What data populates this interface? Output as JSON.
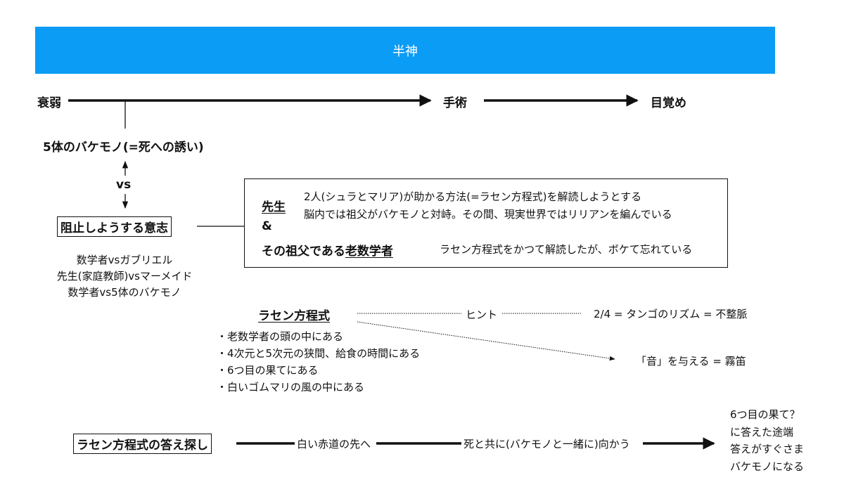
{
  "banner": {
    "title": "半神",
    "color": "#0b9cf5"
  },
  "timeline": {
    "start": "衰弱",
    "middle": "手術",
    "end": "目覚め"
  },
  "monster": {
    "label": "5体のバケモノ(=死への誘い)"
  },
  "versus": {
    "label": "vs"
  },
  "will": {
    "label": "阻止しようする意志"
  },
  "battles": [
    "数学者vsガブリエル",
    "先生(家庭教師)vsマーメイド",
    "数学者vs5体のバケモノ"
  ],
  "characters": {
    "sensei": "先生",
    "amp": "&",
    "grandfather_prefix": "その祖父である",
    "grandfather": "老数学者",
    "sensei_desc_1": "2人(シュラとマリア)が助かる方法(=ラセン方程式)を解読しようとする",
    "sensei_desc_2": "脳内では祖父がバケモノと対峙。その間、現実世界ではリリアンを編んでいる",
    "grandfather_desc": "ラセン方程式をかつて解読したが、ボケて忘れている"
  },
  "equation": {
    "label": "ラセン方程式",
    "hint_label": "ヒント",
    "hint_1": "2/4 = タンゴのリズム = 不整脈",
    "hint_2": "「音」を与える = 霧笛",
    "locations": [
      "・老数学者の頭の中にある",
      "・4次元と5次元の狭間、給食の時間にある",
      "・6つ目の果てにある",
      "・白いゴムマリの風の中にある"
    ]
  },
  "search": {
    "label": "ラセン方程式の答え探し",
    "step_1": "白い赤道の先へ",
    "step_2": "死と共に(バケモノと一緒に)向かう",
    "result": [
      "6つ目の果て？",
      "に答えた途端",
      "答えがすぐさま",
      "バケモノになる"
    ]
  }
}
